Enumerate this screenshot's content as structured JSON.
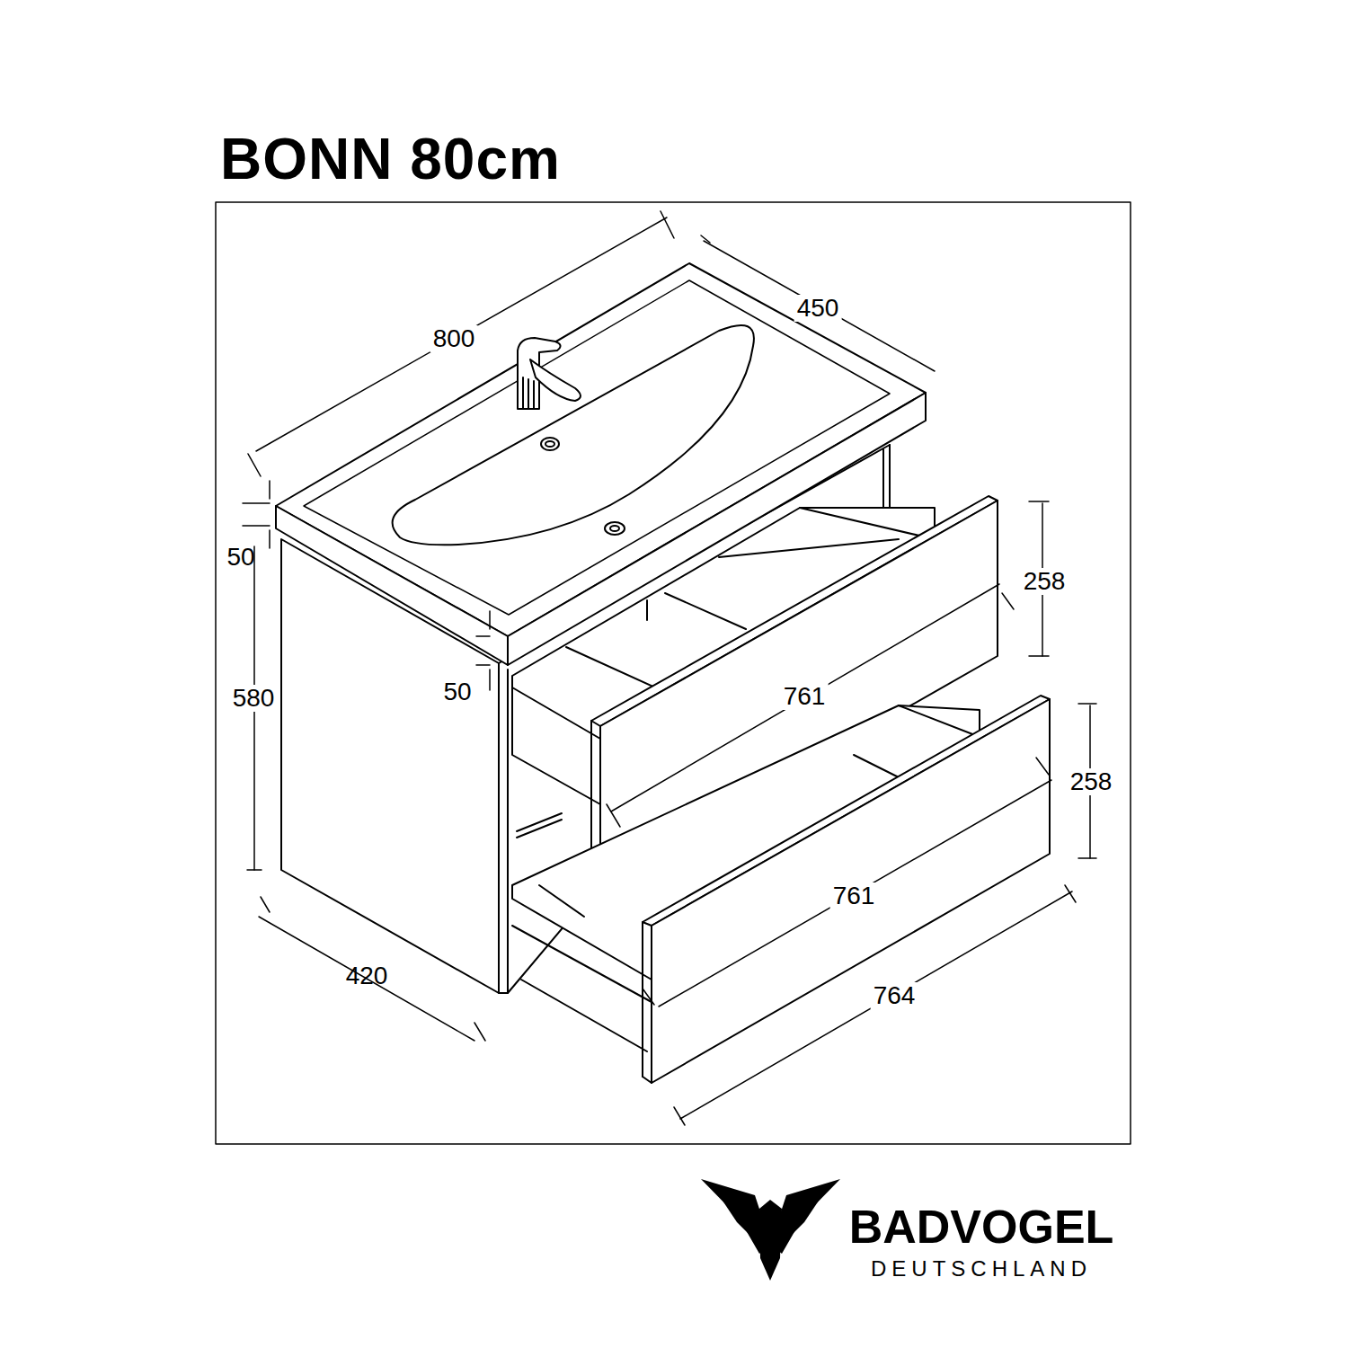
{
  "diagram": {
    "title": "BONN 80cm",
    "labels": [
      "800",
      "450",
      "50",
      "258",
      "580",
      "50",
      "761",
      "258",
      "761",
      "420",
      "764",
      "BADVOGEL",
      "DEUTSCHLAND"
    ]
  }
}
